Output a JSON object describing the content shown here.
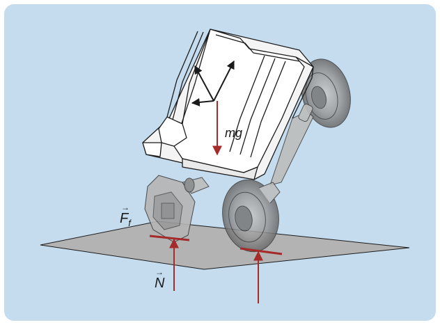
{
  "labels": {
    "gravity": "mg",
    "friction": "F",
    "friction_subscript": "f",
    "normal": "N",
    "vector_arrow": "→"
  },
  "colors": {
    "background": "#c5dcef",
    "ground": "#b3b3b3",
    "force_arrow": "#a52a2a",
    "outline": "#1a1a1a",
    "wheel": "#8a8a8a"
  }
}
